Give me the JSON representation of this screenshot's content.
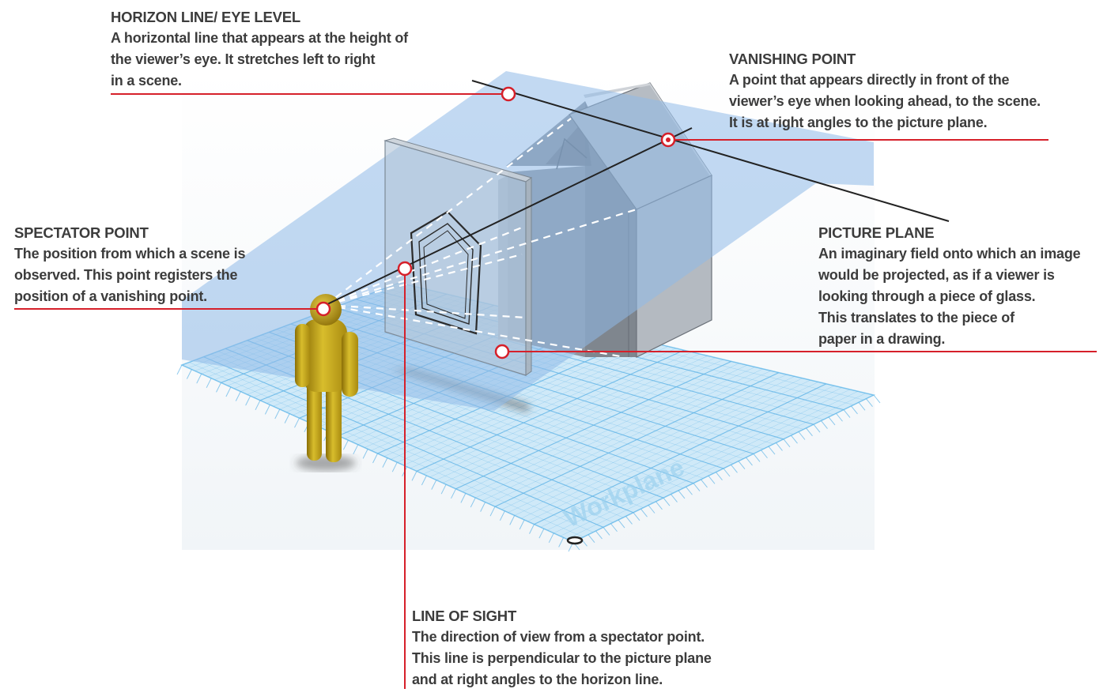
{
  "annotations": {
    "horizon_line": {
      "heading": "HORIZON LINE/ EYE LEVEL",
      "lines": [
        "A horizontal line that appears at the height of",
        "the viewer’s eye. It stretches left to right",
        "in a scene."
      ]
    },
    "vanishing_point": {
      "heading": "VANISHING POINT",
      "lines": [
        "A point that appears directly in front of the",
        "viewer’s eye when looking ahead, to the scene.",
        "It is at right angles to the picture plane."
      ]
    },
    "spectator_point": {
      "heading": "SPECTATOR POINT",
      "lines": [
        "The position from which a scene is",
        "observed. This point registers the",
        "position of a vanishing point."
      ]
    },
    "picture_plane": {
      "heading": "PICTURE PLANE",
      "lines": [
        "An imaginary field onto which an image",
        "would be projected, as if a viewer is",
        "looking through a piece of glass.",
        "This translates to the piece of",
        "paper in a drawing."
      ]
    },
    "line_of_sight": {
      "heading": "LINE OF SIGHT",
      "lines": [
        "The direction of view from a spectator point.",
        "This line is perpendicular to the picture plane",
        "and at right angles to the horizon line."
      ]
    }
  },
  "workplane_watermark": "Workplane",
  "colors": {
    "leader_red": "#d6202a",
    "label_text": "#3c3c3c",
    "grid_blue": "#7cc3ee",
    "horizon_plane_blue": "#9cc3ea",
    "house_grey": "#9aa3ad",
    "figure_yellow": "#c9a81a"
  }
}
